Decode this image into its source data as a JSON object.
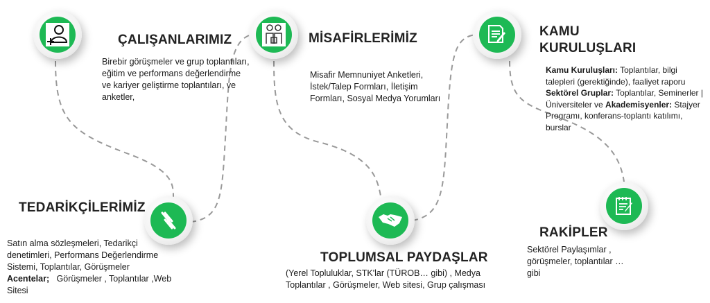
{
  "stakeholders": {
    "employees": {
      "title": "ÇALIŞANLARIMIZ",
      "text": "Birebir görüşmeler ve grup toplantıları, eğitim  ve performans değerlendirme ve kariyer geliştirme toplantıları, ve anketler,"
    },
    "guests": {
      "title": "MİSAFİRLERİMİZ",
      "text": "Misafir Memnuniyet Anketleri, İstek/Talep Formları, İletişim Formları, Sosyal Medya Yorumları"
    },
    "public": {
      "title_1": "KAMU",
      "title_2": "KURULUŞLARI",
      "l1_b": "Kamu Kuruluşları:",
      "l1": " Toplantılar, bilgi talepleri (gerektiğinde), faaliyet raporu",
      "l2_b": "Sektörel Gruplar:",
      "l2": "  Toplantılar, Seminerler | Üniversiteler ve ",
      "l3_b": "Akademisyenler:",
      "l3": " Stajyer Programı, konferans-toplantı katılımı, burslar"
    },
    "suppliers": {
      "title": "TEDARİKÇİLERİMİZ",
      "text": "Satın alma sözleşmeleri, Tedarikçi denetimleri, Performans Değerlendirme Sistemi, Toplantılar, Görüşmeler",
      "agents_b": "Acentelar;",
      "agents": "   Görüşmeler , Toplantılar ,Web Sitesi"
    },
    "community": {
      "title": "TOPLUMSAL PAYDAŞLAR",
      "text": "(Yerel Topluluklar, STK'lar (TÜROB… gibi) , Medya Toplantılar , Görüşmeler, Web sitesi, Grup çalışması"
    },
    "competitors": {
      "title": "RAKİPLER",
      "text": "Sektörel Paylaşımlar , görüşmeler,  toplantılar … gibi"
    }
  },
  "colors": {
    "accent": "#1db954",
    "dash": "#999999"
  }
}
